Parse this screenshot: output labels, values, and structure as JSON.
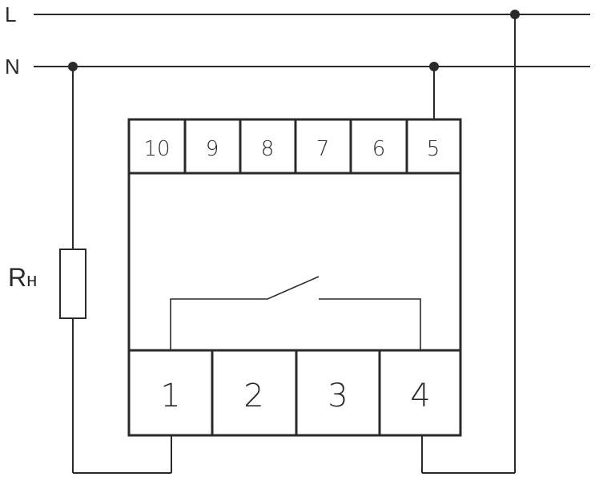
{
  "lines": {
    "phase": "L",
    "neutral": "N"
  },
  "load": {
    "label_main": "R",
    "label_sub": "н"
  },
  "terminals": {
    "top": [
      "10",
      "9",
      "8",
      "7",
      "6",
      "5"
    ],
    "bottom": [
      "1",
      "2",
      "3",
      "4"
    ]
  }
}
